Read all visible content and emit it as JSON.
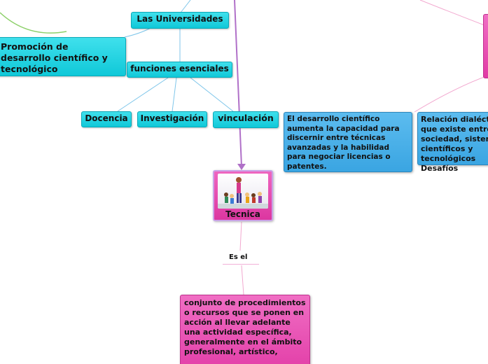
{
  "colors": {
    "cyan": "#1fd3e2",
    "blue": "#47aee8",
    "magenta": "#e84cb2",
    "link_blue": "#7fc6ea",
    "link_pink": "#f2a8cf",
    "link_green": "#8dd06a",
    "link_purple": "#b070c8"
  },
  "nodes": {
    "universidades": "Las Universidades",
    "promocion": "Promoción de desarrollo científico y tecnológico",
    "funciones": "funciones esenciales",
    "docencia": "Docencia",
    "investigacion": "Investigación",
    "vinculacion": "vinculación",
    "desarrollo": "El desarrollo científico aumenta la capacidad para discernir entre técnicas avanzadas y la habilidad para negociar licencias o patentes.",
    "relacion": "Relación dialéctica que existe entre sociedad, sistemas científicos y tecnológicos Desafíos",
    "tecnica": "Tecnica",
    "es_el": "Es el",
    "conjunto": "conjunto de procedimientos o recursos que se ponen en acción al llevar adelante una actividad específica, generalmente en el ámbito profesional, artístico,"
  },
  "icons": {
    "tecnica_image": "teacher-with-children-icon"
  }
}
